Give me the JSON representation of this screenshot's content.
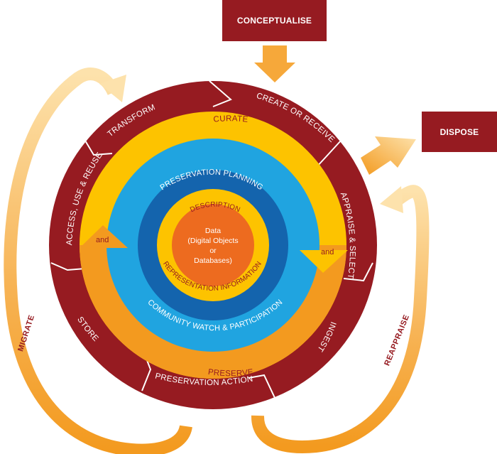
{
  "boxes": {
    "conceptualise": "CONCEPTUALISE",
    "dispose": "DISPOSE"
  },
  "outer_ring": {
    "create_or_receive": "CREATE OR RECEIVE",
    "appraise_select": "APPRAISE & SELECT",
    "ingest": "INGEST",
    "preservation_action": "PRESERVATION ACTION",
    "store": "STORE",
    "access_use_reuse": "ACCESS, USE & REUSE",
    "transform": "TRANSFORM"
  },
  "middle_ring": {
    "curate": "CURATE",
    "preserve": "PRESERVE",
    "and": "and"
  },
  "blue_ring": {
    "preservation_planning": "PRESERVATION PLANNING",
    "community_watch": "COMMUNITY WATCH & PARTICIPATION"
  },
  "inner_ring": {
    "description": "DESCRIPTION",
    "representation_information": "REPRESENTATION INFORMATION"
  },
  "core": {
    "line1": "Data",
    "line2": "(Digital Objects",
    "line3": "or",
    "line4": "Databases)"
  },
  "side_labels": {
    "migrate": "MIGRATE",
    "reappraise": "REAPPRAISE"
  },
  "colors": {
    "outer_ring": "#961b21",
    "curate_ring": "#fdc300",
    "preserve_ring": "#f39a1f",
    "light_blue": "#20a4e0",
    "dark_blue": "#1464ad",
    "core": "#ed6b1f",
    "arrow_light": "#fde2ac"
  }
}
